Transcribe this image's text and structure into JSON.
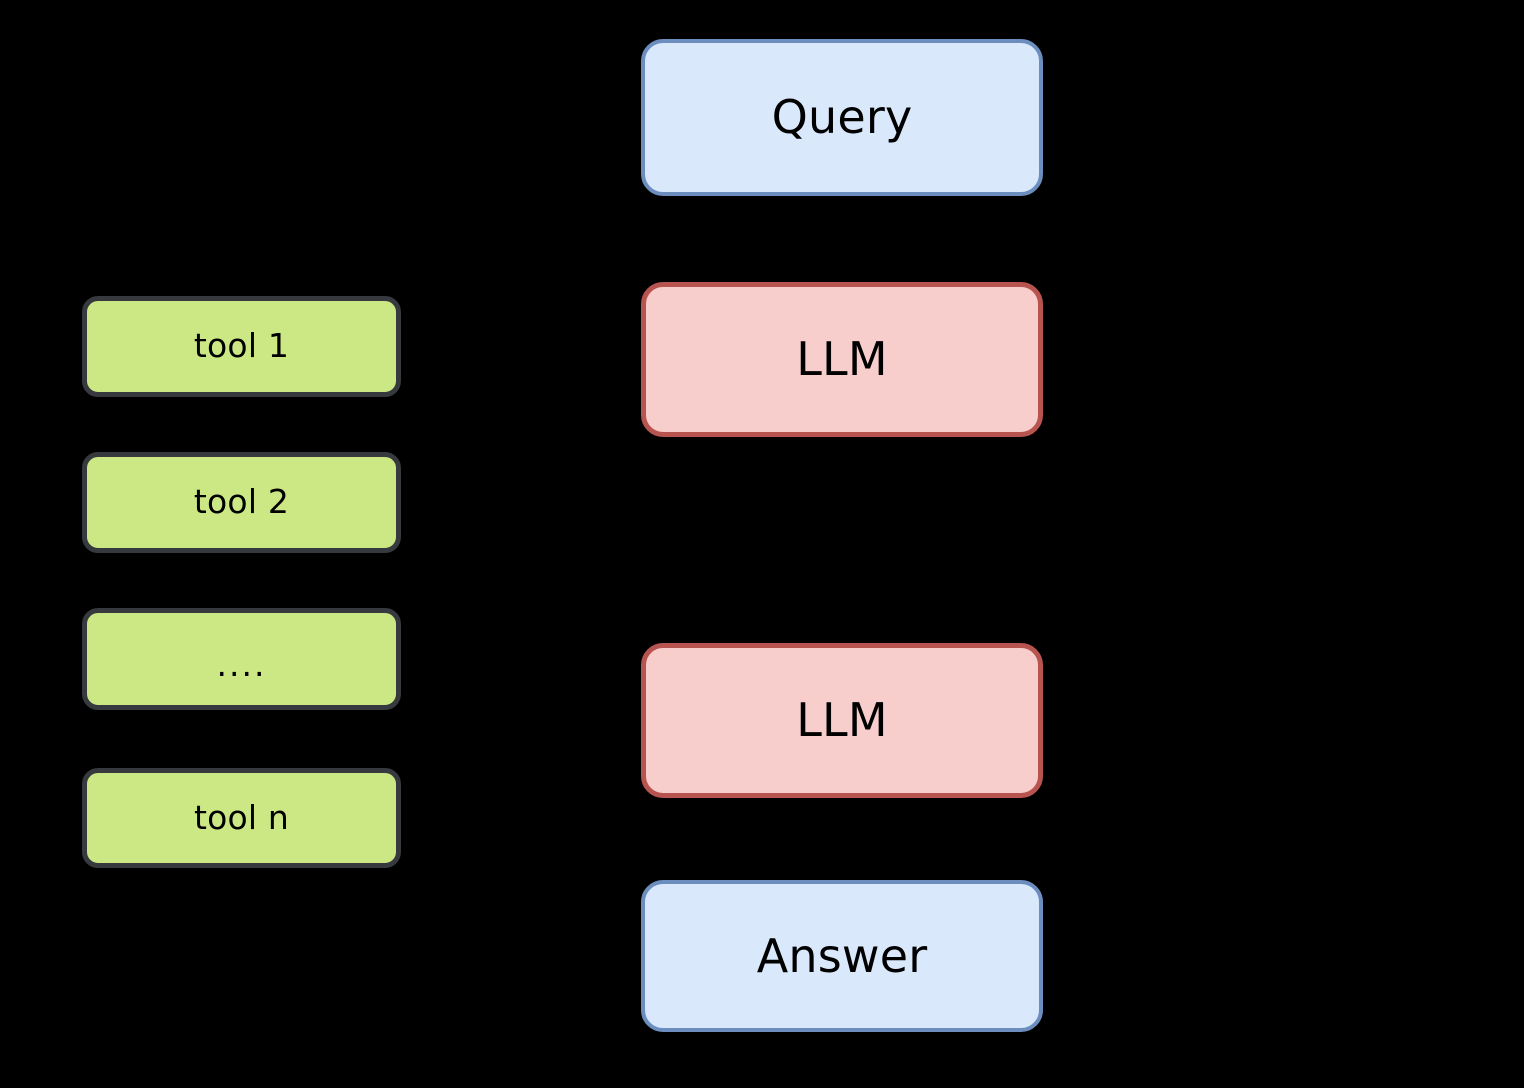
{
  "diagram": {
    "background_color": "#000000",
    "palette": {
      "io_fill": "#dae8fc",
      "io_stroke": "#6c8ebf",
      "model_fill": "#f8cecc",
      "model_stroke": "#b85450",
      "tool_fill": "#cce885",
      "tool_stroke": "#36393d",
      "text_color": "#000000"
    },
    "columns": {
      "tools_column": {
        "nodes": [
          {
            "id": "tool-1",
            "label": "tool 1"
          },
          {
            "id": "tool-2",
            "label": "tool 2"
          },
          {
            "id": "tool-ellipsis",
            "label": "...."
          },
          {
            "id": "tool-n",
            "label": "tool n"
          }
        ]
      },
      "flow_column": {
        "nodes": [
          {
            "id": "query",
            "label": "Query",
            "kind": "io"
          },
          {
            "id": "llm-1",
            "label": "LLM",
            "kind": "model"
          },
          {
            "id": "llm-2",
            "label": "LLM",
            "kind": "model"
          },
          {
            "id": "answer",
            "label": "Answer",
            "kind": "io"
          }
        ]
      }
    }
  }
}
